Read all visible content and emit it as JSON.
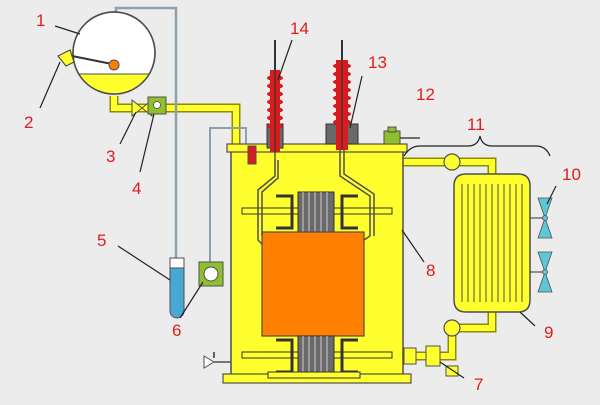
{
  "diagram": {
    "labels": {
      "l1": "1",
      "l2": "2",
      "l3": "3",
      "l4": "4",
      "l5": "5",
      "l6": "6",
      "l7": "7",
      "l8": "8",
      "l9": "9",
      "l10": "10",
      "l11": "11",
      "l12": "12",
      "l13": "13",
      "l14": "14"
    },
    "colors": {
      "background": "#ececec",
      "tank": "#ffff2e",
      "outline": "#4f4f4f",
      "core": "#ff8000",
      "bushing": "#d61c1c",
      "label": "#e21b1b",
      "leader": "#222222",
      "siphon": "#8da0ad",
      "bulb": "#49a7d4",
      "gauge": "#8fbf2c",
      "fan": "#5ec7d6",
      "pipe_edge": "#8c8c00"
    }
  }
}
